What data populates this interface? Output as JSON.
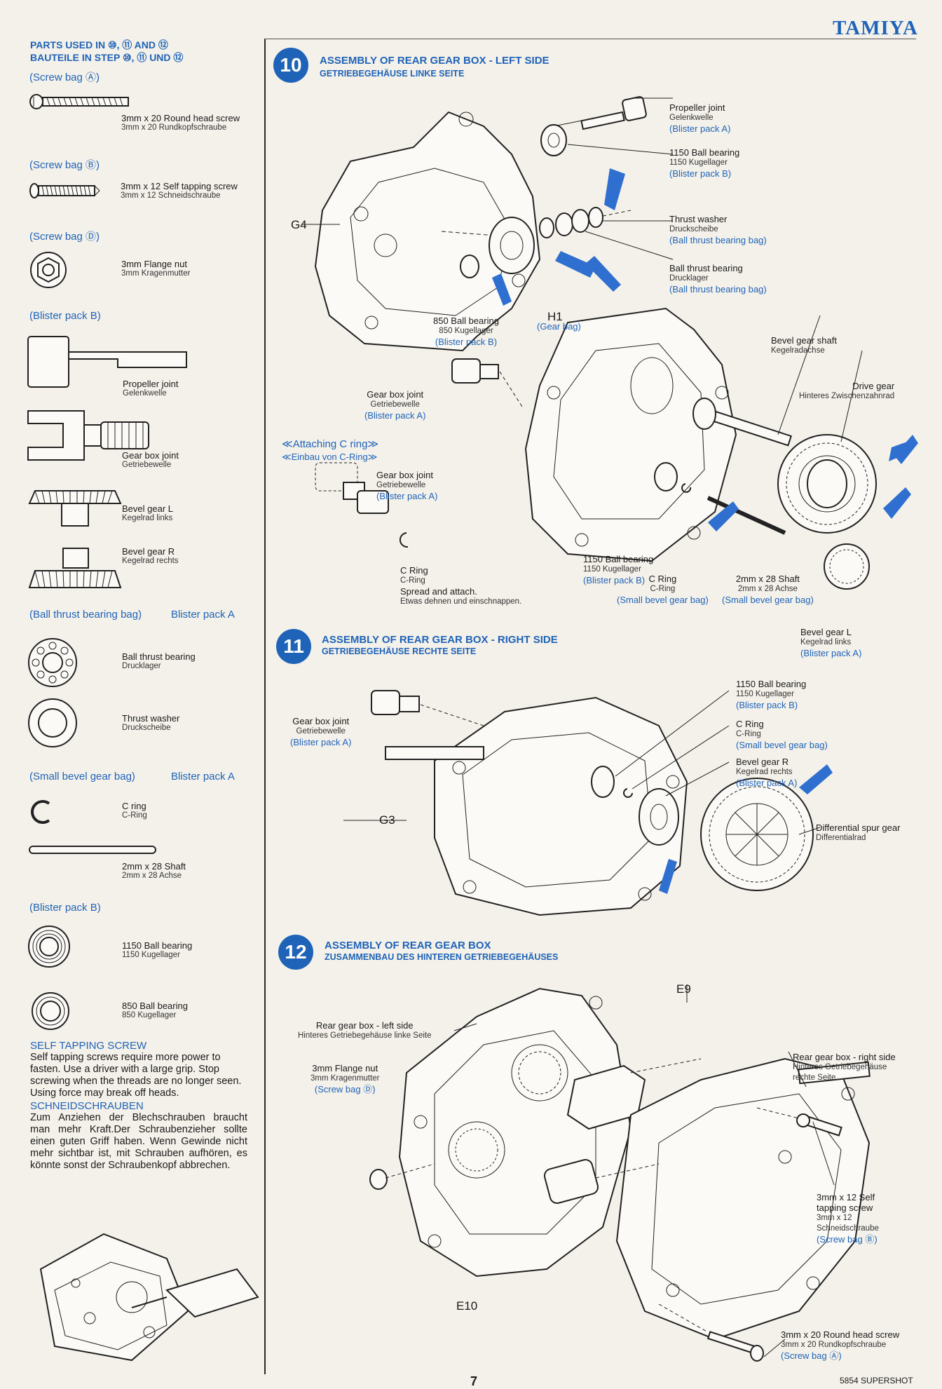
{
  "brand": "TAMIYA",
  "parts_header": {
    "line1": "PARTS USED IN ⑩, ⑪ AND ⑫",
    "line2": "BAUTEILE IN STEP ⑩, ⑪ UND ⑫"
  },
  "parts_groups": [
    {
      "bag": "(Screw bag Ⓐ)",
      "items": [
        {
          "en": "3mm x 20 Round head screw",
          "de": "3mm x 20 Rundkopfschraube"
        }
      ]
    },
    {
      "bag": "(Screw bag Ⓑ)",
      "items": [
        {
          "en": "3mm x 12 Self tapping screw",
          "de": "3mm x 12 Schneidschraube"
        }
      ]
    },
    {
      "bag": "(Screw bag Ⓓ)",
      "items": [
        {
          "en": "3mm Flange nut",
          "de": "3mm Kragenmutter"
        }
      ]
    },
    {
      "bag": "(Blister pack B)",
      "items": [
        {
          "en": "Propeller joint",
          "de": "Gelenkwelle"
        },
        {
          "en": "Gear box joint",
          "de": "Getriebewelle"
        },
        {
          "en": "Bevel gear L",
          "de": "Kegelrad links"
        },
        {
          "en": "Bevel gear R",
          "de": "Kegelrad rechts"
        }
      ]
    },
    {
      "bag": "(Ball thrust bearing bag)",
      "bag2": "Blister pack A",
      "items": [
        {
          "en": "Ball thrust bearing",
          "de": "Drucklager"
        },
        {
          "en": "Thrust washer",
          "de": "Druckscheibe"
        }
      ]
    },
    {
      "bag": "(Small bevel gear bag)",
      "bag2": "Blister pack A",
      "items": [
        {
          "en": "C ring",
          "de": "C-Ring"
        },
        {
          "en": "2mm x 28 Shaft",
          "de": "2mm x 28 Achse"
        }
      ]
    },
    {
      "bag": "(Blister pack B)",
      "items": [
        {
          "en": "1150 Ball bearing",
          "de": "1150 Kugellager"
        },
        {
          "en": "850 Ball bearing",
          "de": "850 Kugellager"
        }
      ]
    }
  ],
  "self_tapping": {
    "title_en": "SELF TAPPING SCREW",
    "body_en": "Self tapping screws require more power to fasten. Use a driver with a large grip. Stop screwing when the threads are no longer seen. Using force may break off heads.",
    "title_de": "SCHNEIDSCHRAUBEN",
    "body_de": "Zum Anziehen der Blechschrauben braucht man mehr Kraft.Der Schraubenzieher sollte einen guten Griff haben. Wenn Gewinde nicht mehr sichtbar ist, mit Schrauben aufhören, es könnte sonst der Schraubenkopf abbrechen."
  },
  "steps": [
    {
      "number": "10",
      "title": "ASSEMBLY OF REAR GEAR BOX - LEFT SIDE",
      "subtitle": "GETRIEBEGEHÄUSE LINKE SEITE",
      "part_codes": [
        "G4",
        "H1"
      ],
      "labels": {
        "propeller_joint": {
          "en": "Propeller joint",
          "de": "Gelenkwelle",
          "bag": "(Blister pack A)"
        },
        "ball_bearing_1150": {
          "en": "1150 Ball bearing",
          "de": "1150 Kugellager",
          "bag": "(Blister pack B)"
        },
        "thrust_washer": {
          "en": "Thrust washer",
          "de": "Druckscheibe",
          "bag": "(Ball thrust bearing bag)"
        },
        "ball_thrust_bearing": {
          "en": "Ball thrust bearing",
          "de": "Drucklager",
          "bag": "(Ball thrust bearing bag)"
        },
        "ball_bearing_850": {
          "en": "850 Ball bearing",
          "de": "850 Kugellager",
          "bag": "(Blister pack B)"
        },
        "gear_bag": "(Gear bag)",
        "bevel_gear_shaft": {
          "en": "Bevel gear shaft",
          "de": "Kegelradachse"
        },
        "drive_gear": {
          "en": "Drive gear",
          "de": "Hinteres Zwischenzahnrad"
        },
        "gear_box_joint": {
          "en": "Gear box joint",
          "de": "Getriebewelle",
          "bag": "(Blister pack A)"
        },
        "attaching_c_ring": "≪Attaching C ring≫",
        "einbau_c_ring": "≪Einbau von C-Ring≫",
        "gear_box_joint2": {
          "en": "Gear box joint",
          "de": "Getriebewelle",
          "bag": "(Blister pack A)"
        },
        "c_ring_spread": {
          "en": "C Ring",
          "de": "C-Ring",
          "extra": "Spread and attach.",
          "extra_de": "Etwas dehnen und einschnappen."
        },
        "ball_bearing_1150b": {
          "en": "1150 Ball bearing",
          "de": "1150 Kugellager",
          "bag": "(Blister pack B)"
        },
        "c_ring": {
          "en": "C Ring",
          "de": "C-Ring",
          "bag": "(Small bevel gear bag)"
        },
        "shaft": {
          "en": "2mm x 28 Shaft",
          "de": "2mm x 28 Achse",
          "bag": "(Small bevel gear bag)"
        },
        "bevel_gear_l": {
          "en": "Bevel gear L",
          "de": "Kegelrad links",
          "bag": "(Blister pack A)"
        }
      }
    },
    {
      "number": "11",
      "title": "ASSEMBLY OF REAR GEAR BOX - RIGHT SIDE",
      "subtitle": "GETRIEBEGEHÄUSE RECHTE SEITE",
      "part_codes": [
        "G3"
      ],
      "labels": {
        "gear_box_joint": {
          "en": "Gear box joint",
          "de": "Getriebewelle",
          "bag": "(Blister pack A)"
        },
        "ball_bearing_1150": {
          "en": "1150 Ball bearing",
          "de": "1150 Kugellager",
          "bag": "(Blister pack B)"
        },
        "c_ring": {
          "en": "C Ring",
          "de": "C-Ring",
          "bag": "(Small bevel gear bag)"
        },
        "bevel_gear_r": {
          "en": "Bevel gear R",
          "de": "Kegelrad rechts",
          "bag": "(Blister pack A)"
        },
        "diff_spur": {
          "en": "Differential spur gear",
          "de": "Differentialrad"
        }
      }
    },
    {
      "number": "12",
      "title": "ASSEMBLY OF REAR GEAR BOX",
      "subtitle": "ZUSAMMENBAU DES HINTEREN GETRIEBEGEHÄUSES",
      "part_codes": [
        "E9",
        "E10"
      ],
      "labels": {
        "left_side": {
          "en": "Rear gear box - left side",
          "de": "Hinteres Getriebegehäuse linke Seite"
        },
        "flange_nut": {
          "en": "3mm Flange nut",
          "de": "3mm Kragenmutter",
          "bag": "(Screw bag Ⓓ)"
        },
        "right_side": {
          "en": "Rear gear box - right side",
          "de": "Hinteres Getriebegehäuse",
          "de2": "rechte Seite"
        },
        "self_tap": {
          "en": "3mm x 12 Self",
          "en2": "tapping screw",
          "de": "3mm x 12",
          "de2": "Schneidschraube",
          "bag": "(Screw bag Ⓑ)"
        },
        "round_head": {
          "en": "3mm x 20 Round head screw",
          "de": "3mm x 20 Rundkopfschraube",
          "bag": "(Screw bag Ⓐ)"
        }
      }
    }
  ],
  "footer": {
    "page": "7",
    "code": "5854 SUPERSHOT"
  }
}
